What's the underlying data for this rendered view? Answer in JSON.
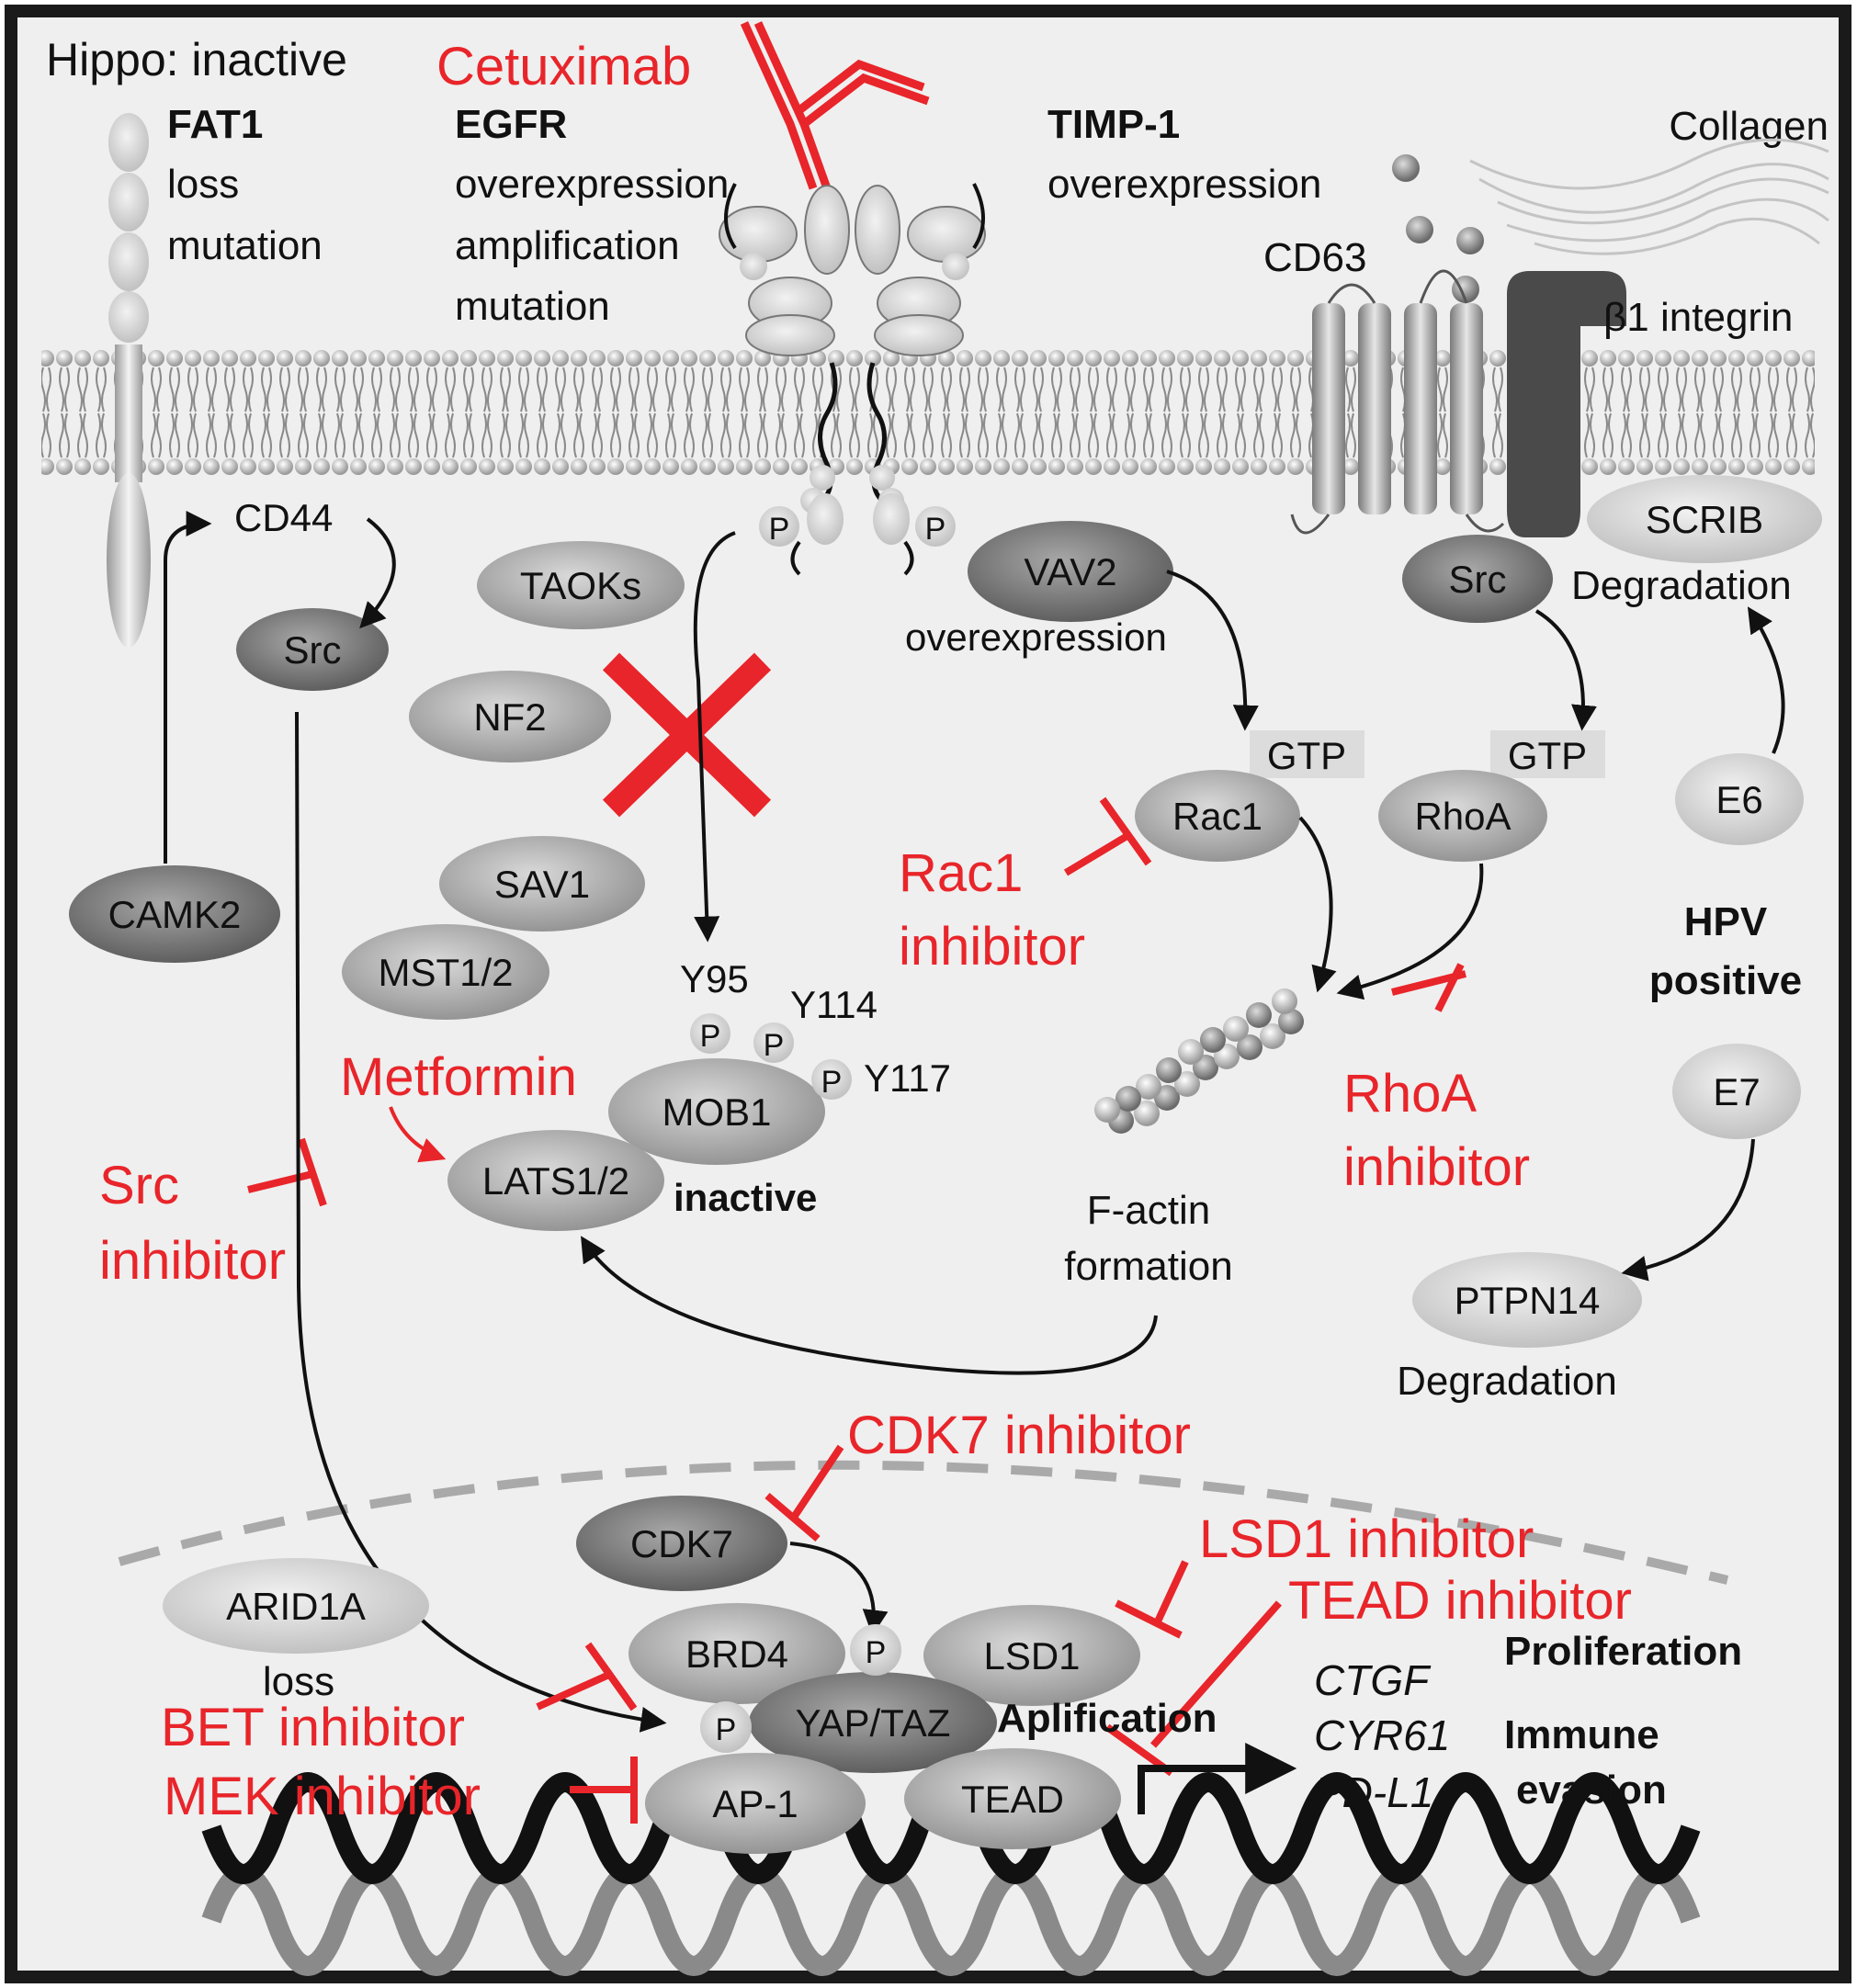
{
  "colors": {
    "red": "#e8252a",
    "black": "#111111",
    "node_light": "#d0d0d0",
    "node_mid": "#a9a9a9",
    "node_dark": "#7a7a7a",
    "background": "#efefef"
  },
  "header": {
    "title": "Hippo: inactive"
  },
  "membrane": {
    "fat1": {
      "name": "FAT1",
      "line1": "loss",
      "line2": "mutation"
    },
    "egfr": {
      "name": "EGFR",
      "line1": "overexpression",
      "line2": "amplification",
      "line3": "mutation"
    },
    "cetuximab": "Cetuximab",
    "timp1": {
      "name": "TIMP-1",
      "line1": "overexpression"
    },
    "collagen": "Collagen",
    "cd63": "CD63",
    "integrin": "β1 integrin",
    "p_label": "P"
  },
  "cytoplasm": {
    "cd44": "CD44",
    "src_left": "Src",
    "camk2": "CAMK2",
    "taoks": "TAOKs",
    "nf2": "NF2",
    "sav1": "SAV1",
    "mst12": "MST1/2",
    "y95": "Y95",
    "y114": "Y114",
    "y117": "Y117",
    "mob1": "MOB1",
    "lats12": "LATS1/2",
    "inactive": "inactive",
    "metformin": "Metformin",
    "src_inhibitor_1": "Src",
    "src_inhibitor_2": "inhibitor",
    "vav2": "VAV2",
    "vav2_note": "overexpression",
    "gtp": "GTP",
    "rac1": "Rac1",
    "rhoa": "RhoA",
    "rac1_inhibitor_1": "Rac1",
    "rac1_inhibitor_2": "inhibitor",
    "rhoa_inhibitor_1": "RhoA",
    "rhoa_inhibitor_2": "inhibitor",
    "factin_1": "F-actin",
    "factin_2": "formation",
    "src_right": "Src",
    "scrib": "SCRIB",
    "degradation": "Degradation",
    "e6": "E6",
    "hpv_1": "HPV",
    "hpv_2": "positive",
    "e7": "E7",
    "ptpn14": "PTPN14"
  },
  "nucleus": {
    "cdk7_inhibitor": "CDK7 inhibitor",
    "cdk7": "CDK7",
    "arid1a": "ARID1A",
    "arid1a_note": "loss",
    "brd4": "BRD4",
    "lsd1": "LSD1",
    "yaptaz": "YAP/TAZ",
    "ap1": "AP-1",
    "tead": "TEAD",
    "lsd1_inhibitor": "LSD1 inhibitor",
    "tead_inhibitor": "TEAD inhibitor",
    "bet_inhibitor": "BET inhibitor",
    "mek_inhibitor": "MEK inhibitor",
    "amplification": "Aplification",
    "gene1": "CTGF",
    "gene2": "CYR61",
    "gene3": "PD-L1",
    "outcome1": "Proliferation",
    "outcome2_1": "Immune",
    "outcome2_2": "evasion"
  }
}
